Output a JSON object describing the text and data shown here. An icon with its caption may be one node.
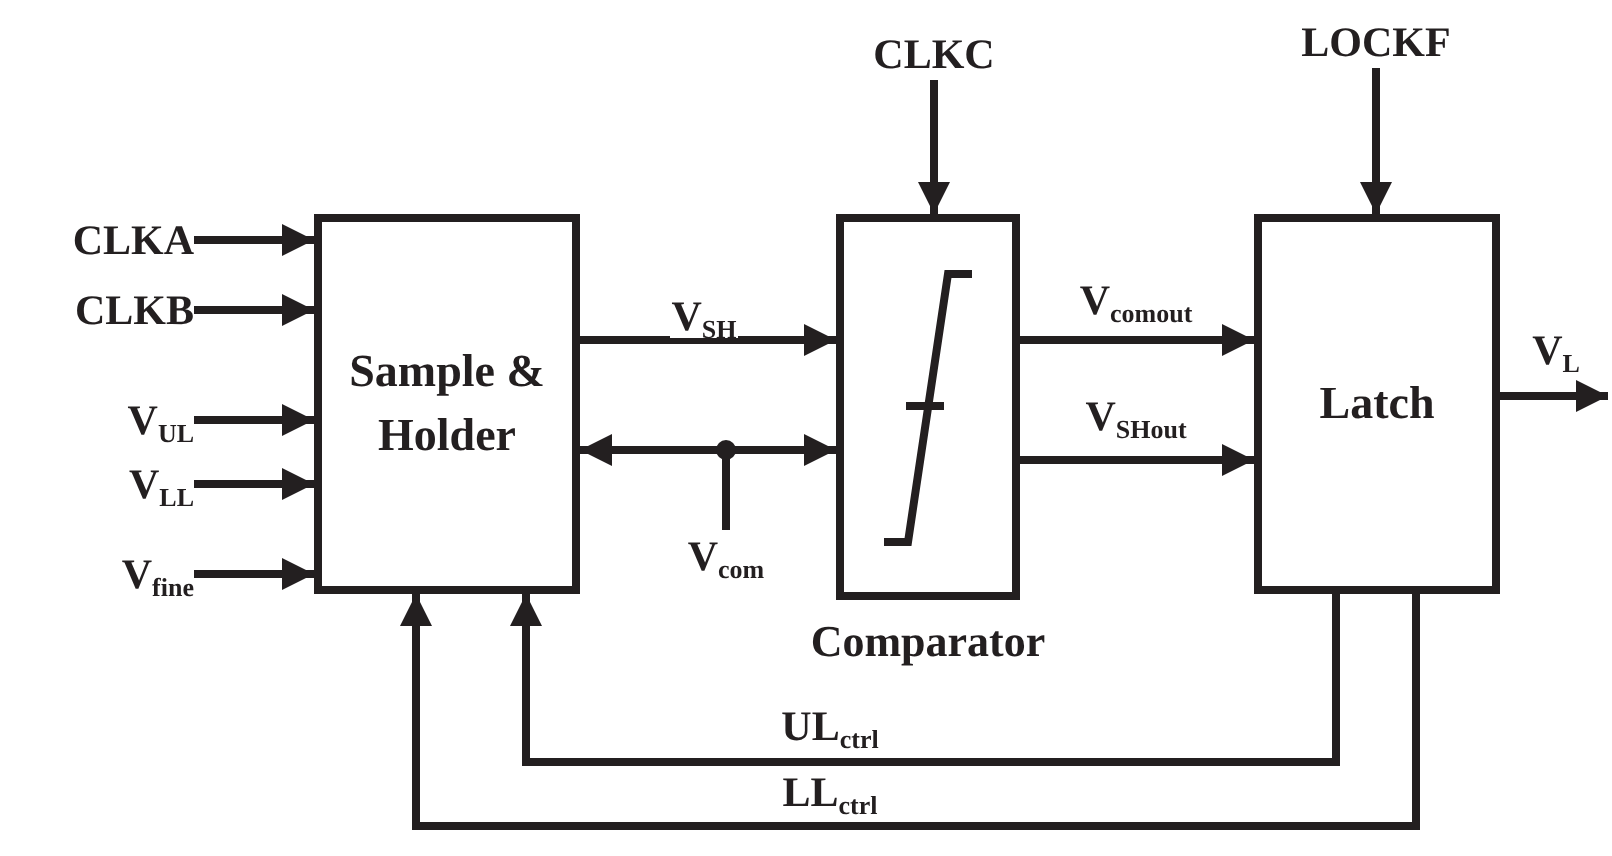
{
  "diagram": {
    "nodes": [
      {
        "text": [
          "Sample & Holder"
        ]
      },
      {
        "text": [
          "Comparator"
        ]
      },
      {
        "text": [
          "Latch"
        ]
      },
      {
        "text": [
          "CLKA"
        ]
      },
      {
        "text": [
          "CLKB"
        ]
      },
      {
        "text": [
          "V$_{UL}$"
        ]
      },
      {
        "text": [
          "V$_{LL}$"
        ]
      },
      {
        "text": [
          "V$_{fine}$"
        ]
      },
      {
        "text": [
          "CLKC"
        ]
      },
      {
        "text": [
          "LOCKF"
        ]
      },
      {
        "text": [
          "V$_{com}$"
        ]
      }
    ],
    "edges": [
      {
        "from": 3,
        "to": 0,
        "arrow": "to"
      },
      {
        "from": 4,
        "to": 0,
        "arrow": "to"
      },
      {
        "from": 5,
        "to": 0,
        "arrow": "to"
      },
      {
        "from": 6,
        "to": 0,
        "arrow": "to"
      },
      {
        "from": 7,
        "to": 0,
        "arrow": "to"
      },
      {
        "from": 8,
        "to": 1,
        "arrow": "to"
      },
      {
        "from": 9,
        "to": 2,
        "arrow": "to"
      },
      {
        "from": 0,
        "to": 1,
        "arrow": "to",
        "label": "V$_{SH}$"
      },
      {
        "from": 10,
        "to": 0,
        "arrow": "to"
      },
      {
        "from": 10,
        "to": 1,
        "arrow": "to"
      },
      {
        "from": 1,
        "to": 2,
        "arrow": "to",
        "label": "V$_{comout}$"
      },
      {
        "from": 1,
        "to": 2,
        "arrow": "to",
        "label": "V$_{SHout}$"
      },
      {
        "from": 2,
        "to": null,
        "arrow": "to",
        "label": "V$_{L}$"
      },
      {
        "from": 2,
        "to": 0,
        "arrow": "to",
        "label": "UL$_{ctrl}$"
      },
      {
        "from": 2,
        "to": 0,
        "arrow": "to",
        "label": "LL$_{ctrl}$"
      }
    ]
  }
}
